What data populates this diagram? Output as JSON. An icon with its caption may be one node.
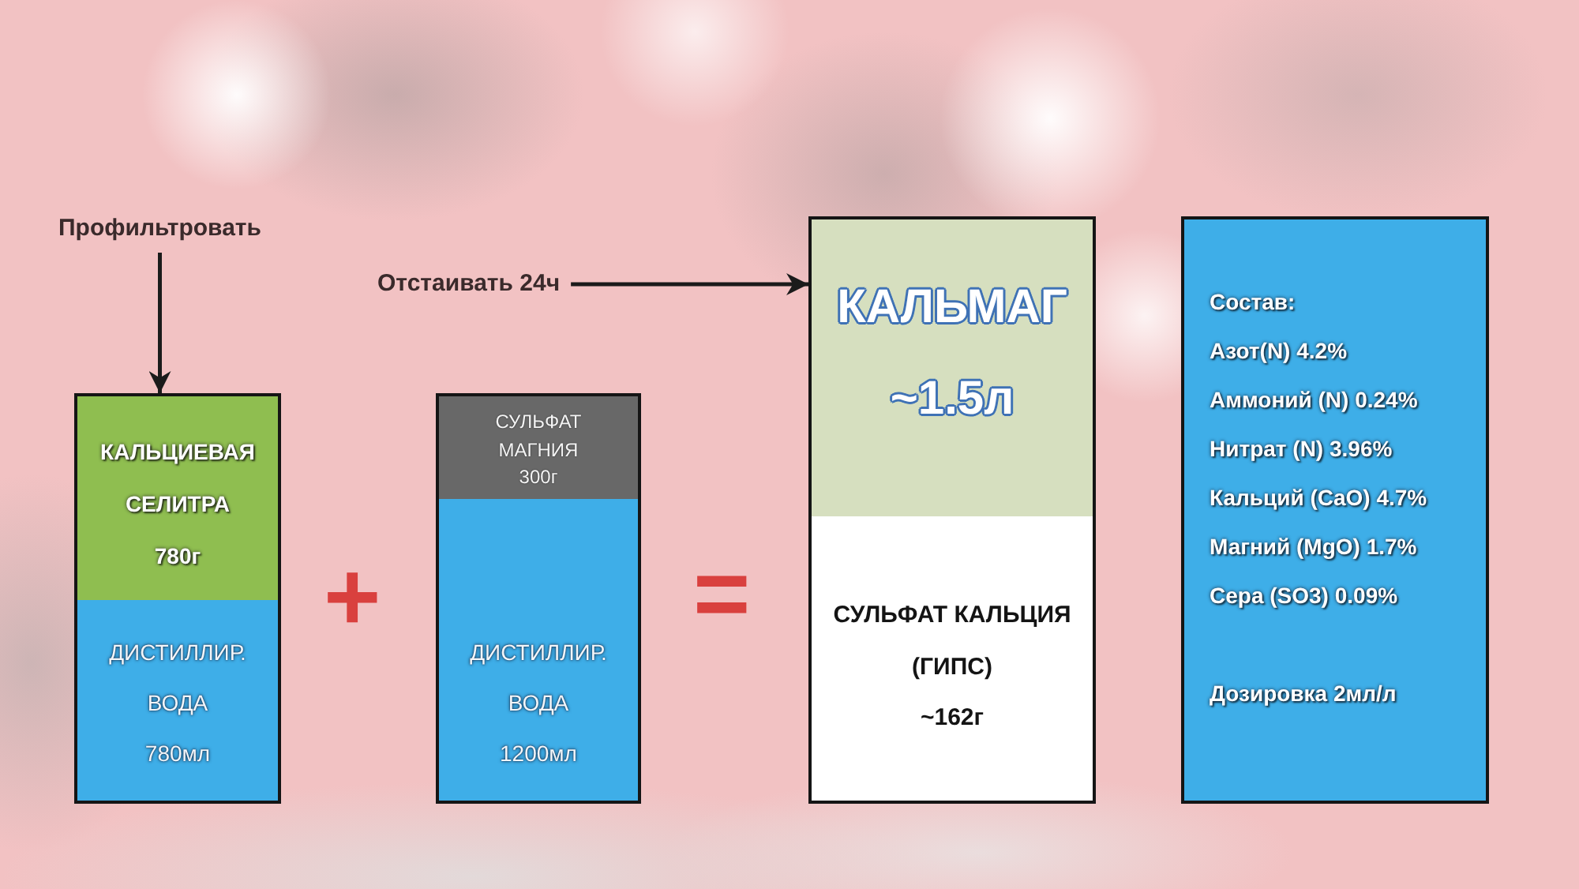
{
  "diagram": {
    "nodes": [
      {
        "text": [
          "Профильтровать"
        ]
      },
      {
        "text": [],
        "shape": "box"
      },
      {
        "text": [
          "КАЛЬЦИЕВАЯ СЕЛИТРА",
          "780г"
        ],
        "in": 1
      },
      {
        "text": [
          "ДИСТИЛЛИР. ВОДА",
          "780мл"
        ],
        "in": 1
      },
      {
        "text": [],
        "shape": "box"
      },
      {
        "text": [
          "СУЛЬФАТ МАГНИЯ",
          "300г"
        ],
        "in": 4
      },
      {
        "text": [
          "ДИСТИЛЛИР. ВОДА",
          "1200мл"
        ],
        "in": 4
      },
      {
        "text": [
          "Отстаивать 24ч"
        ]
      },
      {
        "text": [],
        "shape": "box"
      },
      {
        "text": [
          "КАЛЬМАГ",
          "~1.5л"
        ],
        "in": 8
      },
      {
        "text": [
          "СУЛЬФАТ КАЛЬЦИЯ (ГИПС)",
          "~162г"
        ],
        "in": 8
      },
      {
        "text": [
          "Состав:",
          "Азот(N) 4.2%",
          "Аммоний (N) 0.24%",
          "Нитрат (N) 3.96%",
          "Кальций (CaO) 4.7%",
          "Магний (MgO) 1.7%",
          "Сера (SO3) 0.09%",
          "Дозировка 2мл/л"
        ]
      }
    ],
    "edges": [
      {
        "from": 0,
        "to": 1,
        "arrow": "to"
      },
      {
        "from": 7,
        "to": 8,
        "arrow": "to"
      }
    ],
    "labels": [
      "+",
      "="
    ]
  }
}
